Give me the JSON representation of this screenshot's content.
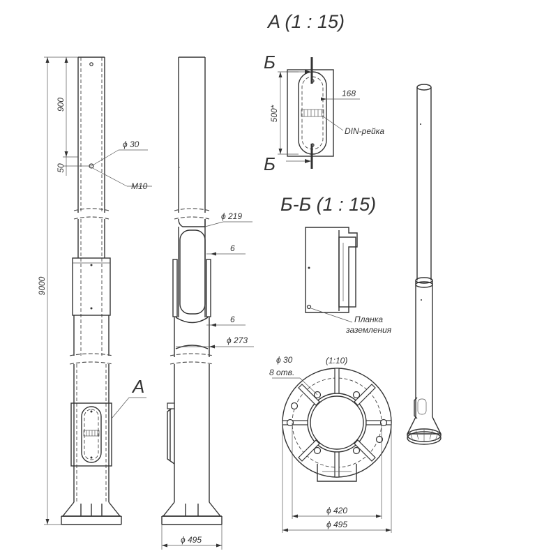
{
  "titles": {
    "view_a": "A (1 : 15)",
    "section_bb": "Б-Б (1 : 15)",
    "flange_scale": "(1:10)"
  },
  "section_marks": {
    "top": "Б",
    "bottom": "Б",
    "view_letter": "A"
  },
  "dimensions": {
    "total_height": "9000",
    "top_segment": "900",
    "hole_offset": "50",
    "hole_diameter": "ϕ 30",
    "thread": "M10",
    "upper_diameter": "ϕ 219",
    "wall_top": "6",
    "wall_bottom": "6",
    "lower_diameter": "ϕ 273",
    "base_diameter": "ϕ 495",
    "hatch_height": "500*",
    "hatch_width": "168",
    "flange_hole": "ϕ 30",
    "flange_holes_count": "8 отв.",
    "flange_bolt_circle": "ϕ 420",
    "flange_outer": "ϕ 495"
  },
  "labels": {
    "din_rail": "DIN-рейка",
    "ground_plate_line1": "Планка",
    "ground_plate_line2": "заземления"
  }
}
